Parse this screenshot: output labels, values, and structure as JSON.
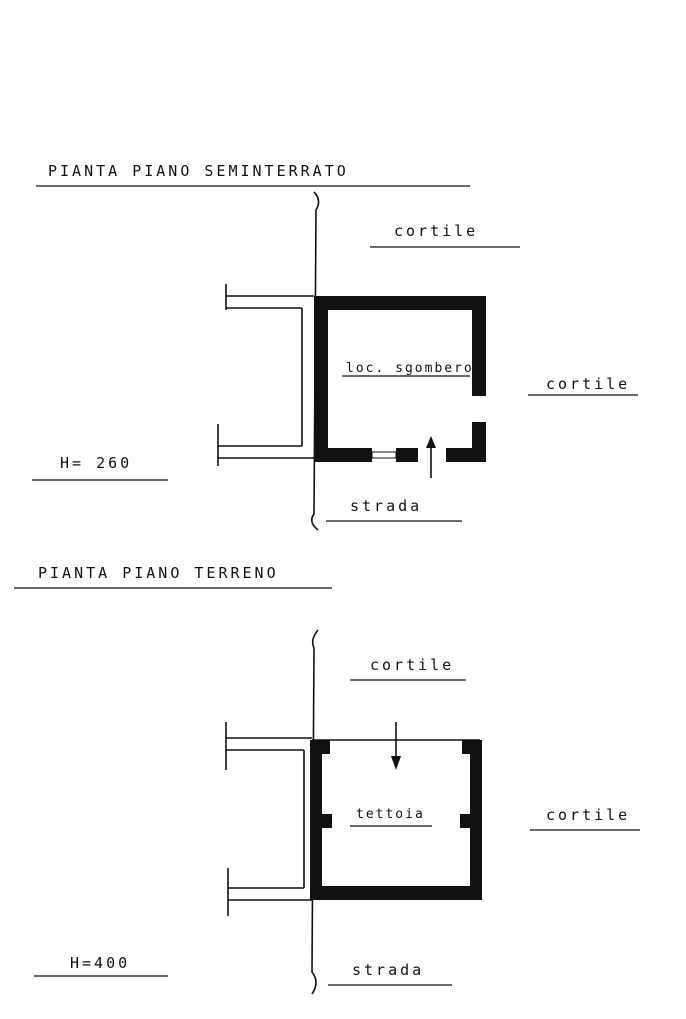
{
  "plans": [
    {
      "title": "PIANTA PIANO SEMINTERRATO",
      "height_label": "H= 260",
      "room_label": "loc. sgombero",
      "top_area_label": "cortile",
      "right_area_label": "cortile",
      "bottom_area_label": "strada"
    },
    {
      "title": "PIANTA PIANO TERRENO",
      "height_label": "H=400",
      "room_label": "tettoia",
      "top_area_label": "cortile",
      "right_area_label": "cortile",
      "bottom_area_label": "strada"
    }
  ],
  "colors": {
    "ink": "#111111",
    "paper": "#ffffff"
  }
}
